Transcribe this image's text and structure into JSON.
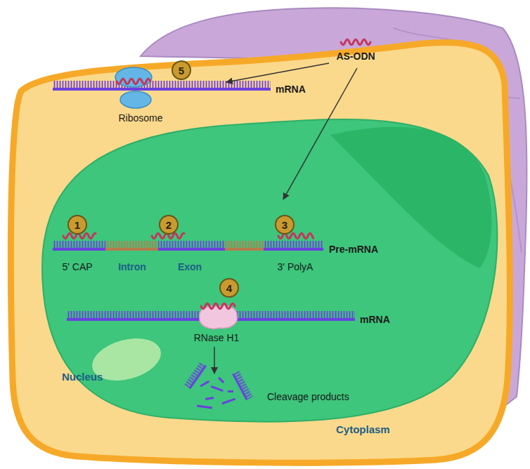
{
  "diagram": {
    "nodes": [
      {
        "text": [
          "Cytoplasm"
        ]
      },
      {
        "text": [
          "5"
        ],
        "in": 0
      },
      {
        "text": [
          "Nucleus"
        ],
        "in": 0
      },
      {
        "text": [
          "1"
        ],
        "in": 2
      },
      {
        "text": [
          "2"
        ],
        "in": 2
      },
      {
        "text": [
          "3"
        ],
        "in": 2
      },
      {
        "text": [
          "4"
        ],
        "in": 2
      }
    ],
    "labels": [
      "AS-ODN",
      "mRNA",
      "Ribosome",
      "5' CAP",
      "Intron",
      "Exon",
      "3' PolyA",
      "Pre-mRNA",
      "mRNA",
      "RNase H1",
      "Cleavage products"
    ]
  }
}
